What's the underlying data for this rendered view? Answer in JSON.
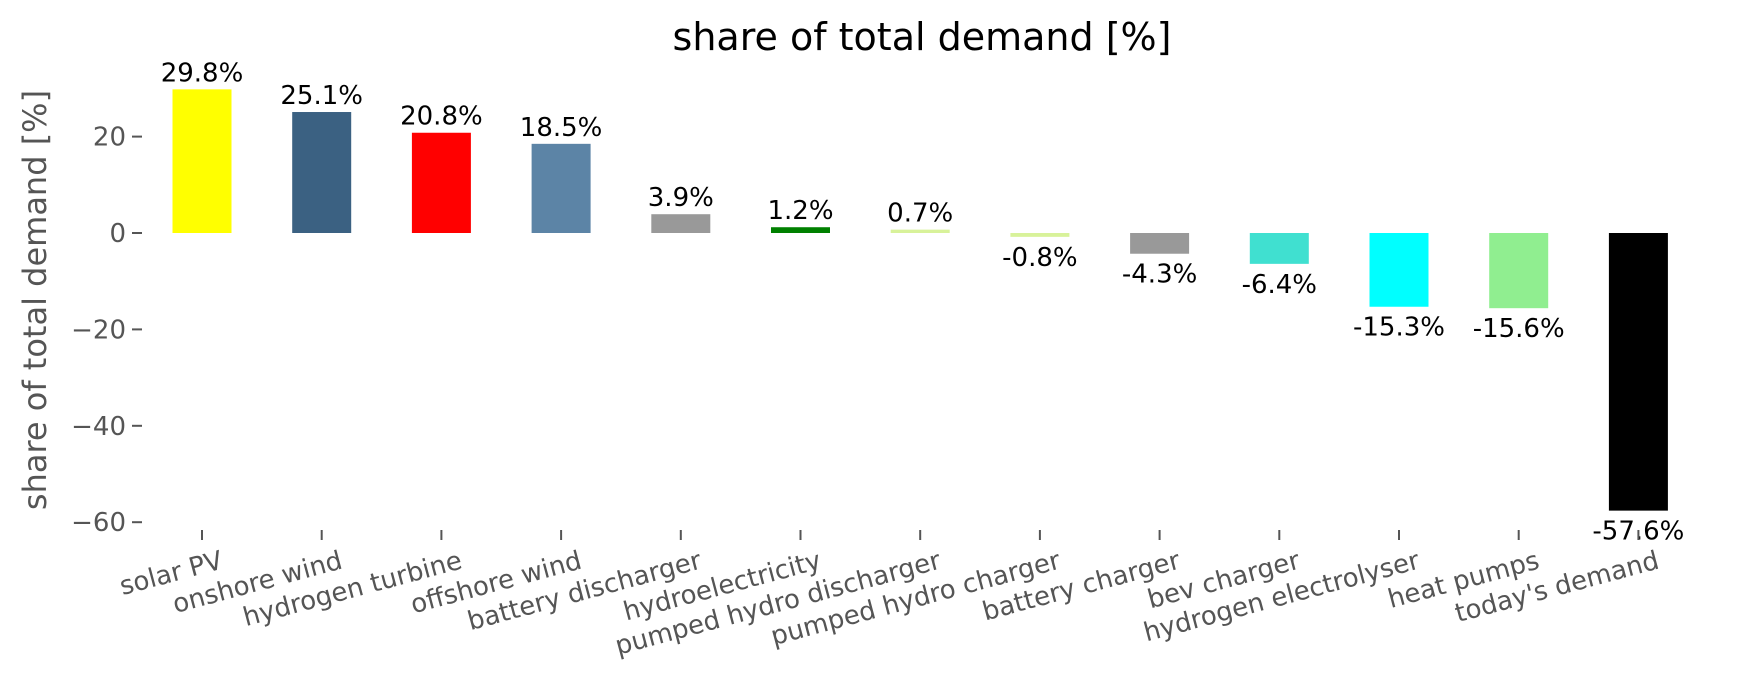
{
  "chart_data": {
    "type": "bar",
    "title": "share of total demand [%]",
    "xlabel": "",
    "ylabel": "share of total demand [%]",
    "ylim": [
      -64,
      33
    ],
    "yticks": [
      {
        "value": 20,
        "label": "20"
      },
      {
        "value": 0,
        "label": "0"
      },
      {
        "value": -20,
        "label": "−20"
      },
      {
        "value": -40,
        "label": "−40"
      },
      {
        "value": -60,
        "label": "−60"
      }
    ],
    "grid": false,
    "categories": [
      "solar PV",
      "onshore wind",
      "hydrogen turbine",
      "offshore wind",
      "battery discharger",
      "hydroelectricity",
      "pumped hydro discharger",
      "pumped hydro charger",
      "battery charger",
      "bev charger",
      "hydrogen electrolyser",
      "heat pumps",
      "today's demand"
    ],
    "values": [
      29.8,
      25.1,
      20.8,
      18.5,
      3.9,
      1.2,
      0.7,
      -0.8,
      -4.3,
      -6.4,
      -15.3,
      -15.6,
      -57.6
    ],
    "data_labels": [
      "29.8%",
      "25.1%",
      "20.8%",
      "18.5%",
      "3.9%",
      "1.2%",
      "0.7%",
      "-0.8%",
      "-4.3%",
      "-6.4%",
      "-15.3%",
      "-15.6%",
      "-57.6%"
    ],
    "colors": [
      "#ffff00",
      "#3b6182",
      "#ff0000",
      "#5c84a6",
      "#999999",
      "#008000",
      "#d8f29a",
      "#d8f29a",
      "#999999",
      "#40e0d0",
      "#00ffff",
      "#90ee90",
      "#000000"
    ]
  }
}
